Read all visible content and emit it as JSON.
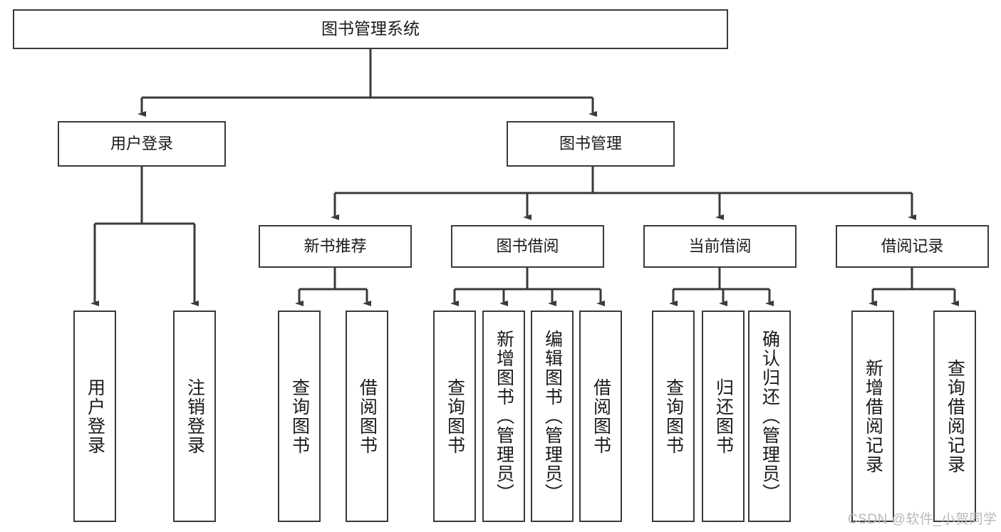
{
  "diagram": {
    "title": "图书管理系统",
    "type": "hierarchy-tree",
    "root": {
      "label": "图书管理系统"
    },
    "level2": [
      {
        "label": "用户登录"
      },
      {
        "label": "图书管理"
      }
    ],
    "level3": [
      {
        "label": "新书推荐"
      },
      {
        "label": "图书借阅"
      },
      {
        "label": "当前借阅"
      },
      {
        "label": "借阅记录"
      }
    ],
    "leaves": {
      "user_login": [
        {
          "label": "用户登录"
        },
        {
          "label": "注销登录"
        }
      ],
      "new_book_recommend": [
        {
          "label": "查询图书"
        },
        {
          "label": "借阅图书"
        }
      ],
      "book_borrow": [
        {
          "label": "查询图书"
        },
        {
          "label": "新增图书（管理员）"
        },
        {
          "label": "编辑图书（管理员）"
        },
        {
          "label": "借阅图书"
        }
      ],
      "current_borrow": [
        {
          "label": "查询图书"
        },
        {
          "label": "归还图书"
        },
        {
          "label": "确认归还（管理员）"
        }
      ],
      "borrow_record": [
        {
          "label": "新增借阅记录"
        },
        {
          "label": "查询借阅记录"
        }
      ]
    },
    "watermark": "CSDN @软件_小贺同学",
    "colors": {
      "stroke": "#3a3a3a",
      "background": "#ffffff",
      "text": "#1a1a1a",
      "watermark": "#b9b9b9"
    }
  }
}
